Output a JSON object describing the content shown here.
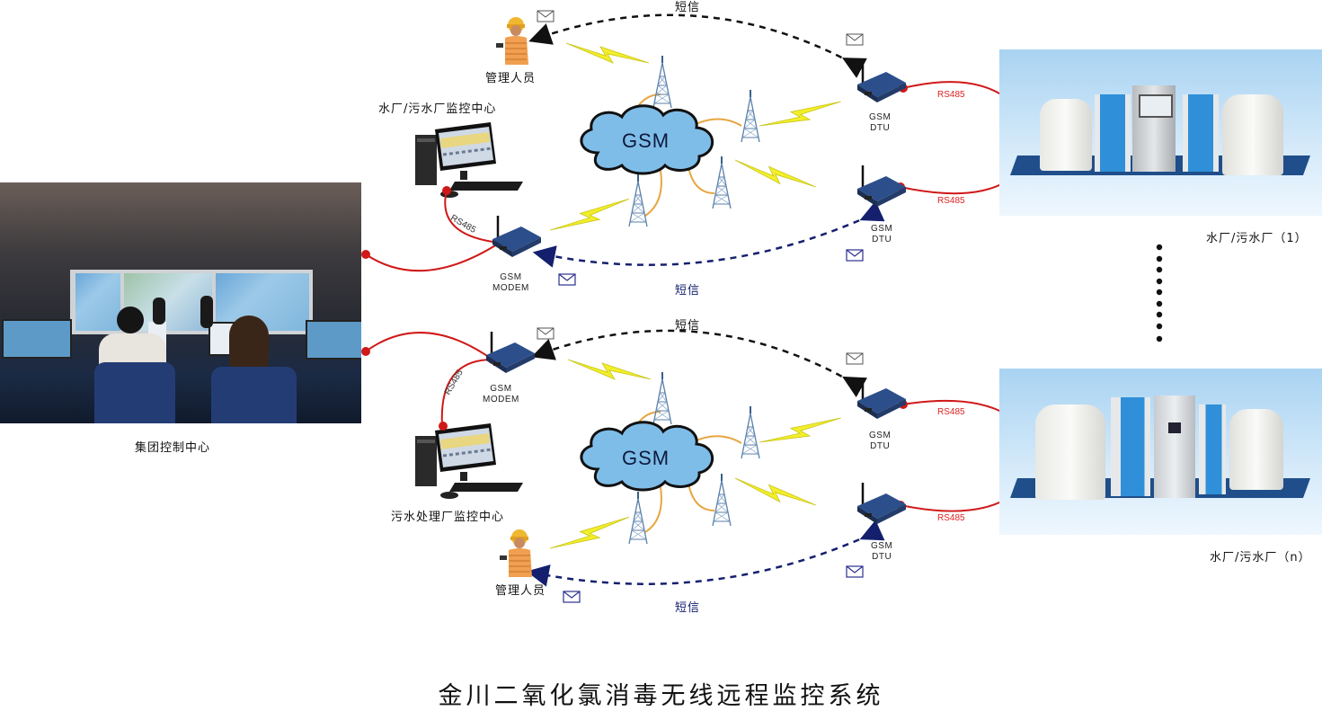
{
  "title": "金川二氧化氯消毒无线远程监控系统",
  "control_center": {
    "label": "集团控制中心"
  },
  "top_section": {
    "manager_label": "管理人员",
    "monitor_center_label": "水厂/污水厂监控中心",
    "modem_label_line1": "GSM",
    "modem_label_line2": "MODEM",
    "network_label": "GSM",
    "sms_top_label": "短信",
    "sms_bottom_label": "短信",
    "rs485_modem": "RS485",
    "dtu1": {
      "line1": "GSM",
      "line2": "DTU",
      "rs485": "RS485"
    },
    "dtu2": {
      "line1": "GSM",
      "line2": "DTU",
      "rs485": "RS485"
    },
    "plant_label": "水厂/污水厂（1）"
  },
  "bottom_section": {
    "manager_label": "管理人员",
    "monitor_center_label": "污水处理厂监控中心",
    "modem_label_line1": "GSM",
    "modem_label_line2": "MODEM",
    "network_label": "GSM",
    "sms_top_label": "短信",
    "sms_bottom_label": "短信",
    "rs485_modem": "RS485",
    "dtu1": {
      "line1": "GSM",
      "line2": "DTU",
      "rs485": "RS485"
    },
    "dtu2": {
      "line1": "GSM",
      "line2": "DTU",
      "rs485": "RS485"
    },
    "plant_label": "水厂/污水厂（n）"
  },
  "colors": {
    "cable": "#d01818",
    "sms_black": "#111111",
    "sms_navy": "#14206e",
    "cloud": "#7fbde9",
    "lightning": "#f2ee2a",
    "tower": "#5a7fa8",
    "link": "#e6a640"
  },
  "icons": [
    "envelope-icon",
    "lightning-icon",
    "antenna-tower-icon",
    "cloud-icon",
    "computer-icon",
    "gsm-modem-icon",
    "person-icon"
  ]
}
